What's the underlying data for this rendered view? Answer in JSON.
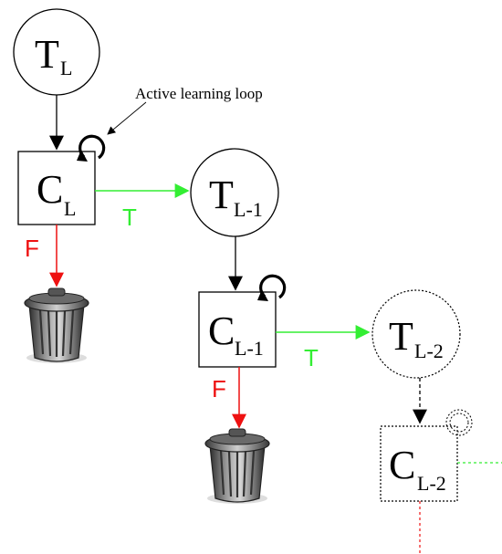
{
  "diagram": {
    "annotation": "Active learning loop",
    "nodes": {
      "t_l": {
        "main": "T",
        "sub": "L"
      },
      "c_l": {
        "main": "C",
        "sub": "L"
      },
      "t_l1": {
        "main": "T",
        "sub": "L-1"
      },
      "c_l1": {
        "main": "C",
        "sub": "L-1"
      },
      "t_l2": {
        "main": "T",
        "sub": "L-2"
      },
      "c_l2": {
        "main": "C",
        "sub": "L-2"
      }
    },
    "edge_labels": {
      "true_label": "T",
      "false_label": "F"
    }
  },
  "colors": {
    "true_edge": "#33ee33",
    "false_edge": "#ee1111",
    "stroke": "#000000"
  }
}
